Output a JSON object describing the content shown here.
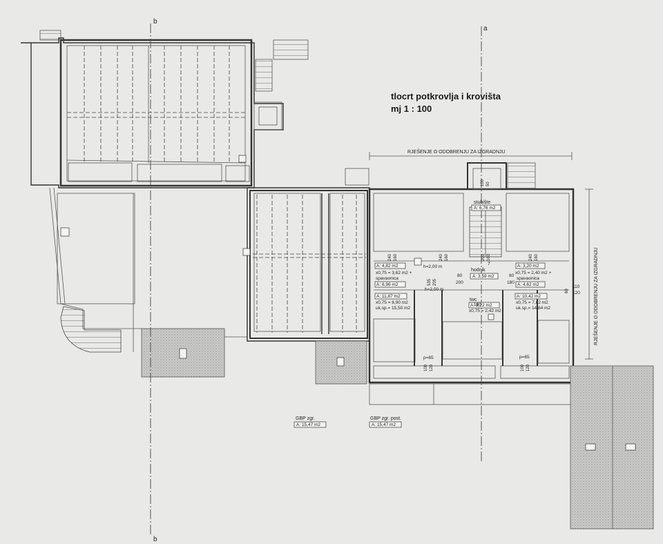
{
  "title": {
    "line1": "tlocrt potkrovlja i krovišta",
    "line2": "mj 1 : 100"
  },
  "annotations": {
    "approval_top": "RJEŠENJE O ODOBRENJU ZA IZGRADNJU",
    "approval_side": "RJEŠENJE O ODOBRENJU ZA IZGRADNJU",
    "axis_b": "b",
    "axis_a": "a"
  },
  "rooms": {
    "stubiste": {
      "name": "stubište",
      "area": "A: 6,76 m2"
    },
    "room_left_top": {
      "area": "A: 4,82 m2",
      "calc": "x0,75 = 3,62 m2 +",
      "name": "spavaonica",
      "area2": "A: 6,96 m2"
    },
    "hodnik": {
      "name": "hodnik",
      "area": "A: 3,59 m2"
    },
    "room_right_top": {
      "area": "A: 3,20 m2",
      "calc": "x0,75 = 2,40 m2 +",
      "name": "spavaonica",
      "area2": "A: 4,62 m2"
    },
    "room_left_bottom": {
      "area": "A: 11,87 m2",
      "calc": "x0,75 = 8,90 m2",
      "total": "uk.sp.= 15,50 m2"
    },
    "twc": {
      "name": "twc",
      "area": "A: 3,22 m2",
      "calc": "x0,75 = 2,42 m2"
    },
    "room_right_bottom": {
      "area": "A: 10,42 m2",
      "calc": "x0,75 = 7,82 m2",
      "total": "uk.sp.= 14,84 m2"
    }
  },
  "dimensions": {
    "h1": "h=2,00 m",
    "h2": "h=2,00 m",
    "d240a": "240",
    "d160a": "160",
    "d240b": "240",
    "d160b": "160",
    "d200a": "200",
    "d160c": "160",
    "d240c": "240",
    "d160d": "160",
    "d80a": "80",
    "d200b": "200",
    "d535": "535",
    "d205": "205",
    "d80b": "80",
    "d180a": "180",
    "d180b": "180",
    "d110": "110",
    "d120a": "120",
    "d60": "60",
    "d50": "50",
    "d100a": "100",
    "p65a": "p=65",
    "p65b": "p=65",
    "d100b": "100",
    "d120b": "120",
    "d100c": "100",
    "d120c": "120",
    "step7": "7"
  },
  "gbp": {
    "zgr_label": "GBP zgr.",
    "zgr_value": "A: 15,47 m2",
    "post_label": "GBP zgr. post.",
    "post_value": "A: 15,47 m2"
  }
}
